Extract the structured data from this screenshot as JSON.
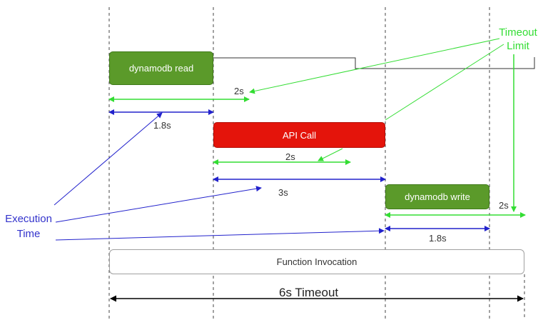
{
  "colors": {
    "timeout_green": "#33dd33",
    "execution_blue": "#2222cc",
    "dynamodb_green": "#5b9a2a",
    "api_red": "#e4140b",
    "guide_dash": "#444444"
  },
  "boxes": {
    "dynamodb_read": "dynamodb read",
    "api_call": "API Call",
    "dynamodb_write": "dynamodb write",
    "function_invocation": "Function Invocation"
  },
  "durations": {
    "read_timeout": "2s",
    "read_exec": "1.8s",
    "api_timeout": "2s",
    "api_exec": "3s",
    "write_timeout": "2s",
    "write_exec": "1.8s",
    "total_timeout": "6s Timeout"
  },
  "legend": {
    "timeout_limit_line1": "Timeout",
    "timeout_limit_line2": "Limit",
    "execution_time_line1": "Execution",
    "execution_time_line2": "Time"
  }
}
